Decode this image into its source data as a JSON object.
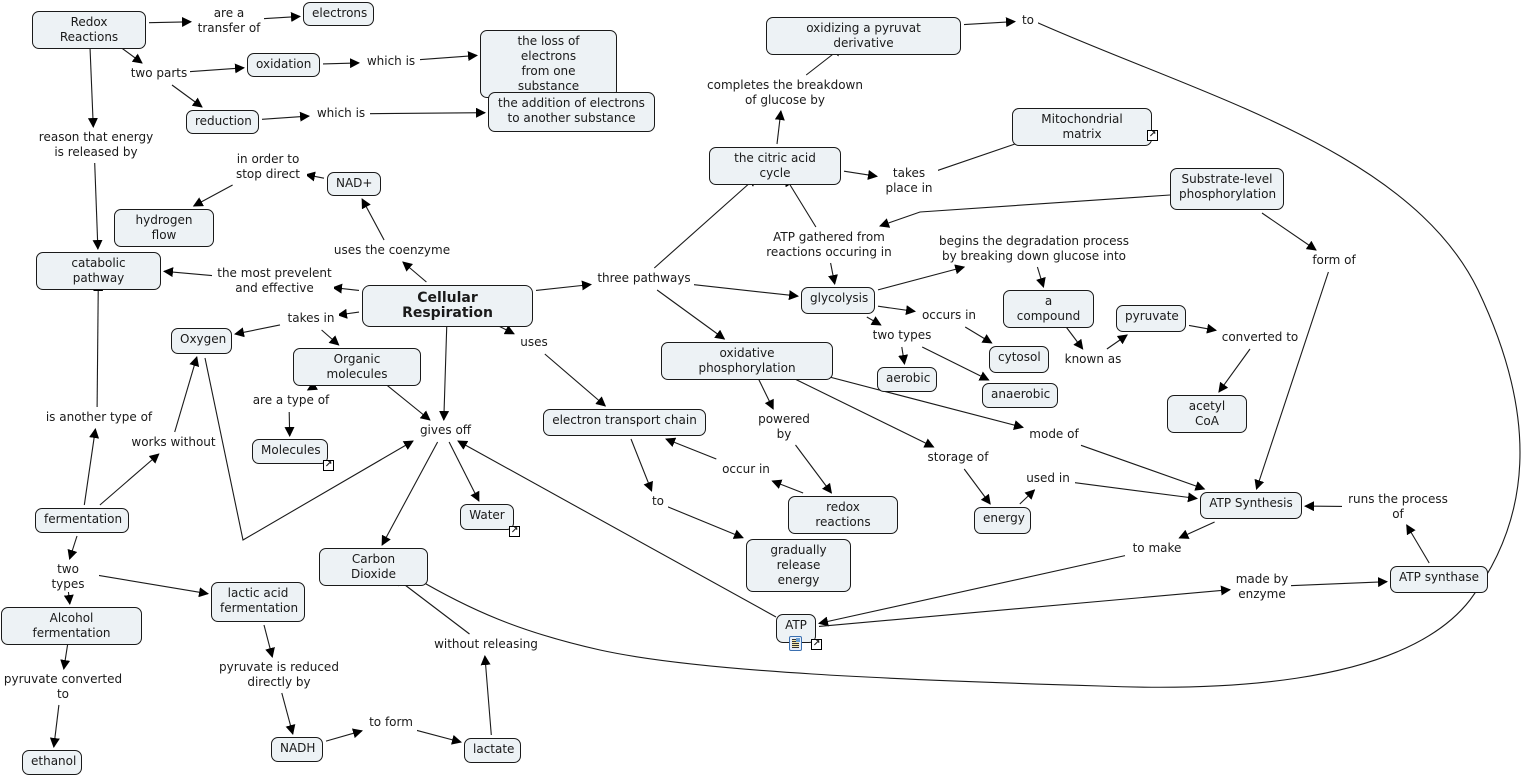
{
  "title": "Cellular Respiration",
  "colors": {
    "concept_fill": "#edf2f5",
    "line": "#1a1a1a"
  },
  "concepts": [
    {
      "id": "redox",
      "label": "Redox Reactions"
    },
    {
      "id": "electrons",
      "label": "electrons"
    },
    {
      "id": "oxidation",
      "label": "oxidation"
    },
    {
      "id": "loss",
      "label": "the loss of electrons\nfrom one substance"
    },
    {
      "id": "reduction",
      "label": "reduction"
    },
    {
      "id": "addition",
      "label": "the addition of electrons\nto another substance"
    },
    {
      "id": "nad",
      "label": "NAD+"
    },
    {
      "id": "hflow",
      "label": "hydrogen flow"
    },
    {
      "id": "catabolic",
      "label": "catabolic pathway"
    },
    {
      "id": "cr",
      "label": "Cellular Respiration"
    },
    {
      "id": "oxygen",
      "label": "Oxygen"
    },
    {
      "id": "organic",
      "label": "Organic molecules"
    },
    {
      "id": "molecules",
      "label": "Molecules",
      "has_link": true
    },
    {
      "id": "fermentation",
      "label": "fermentation"
    },
    {
      "id": "alcohol",
      "label": "Alcohol fermentation"
    },
    {
      "id": "lactic",
      "label": "lactic acid\nfermentation"
    },
    {
      "id": "ethanol",
      "label": "ethanol"
    },
    {
      "id": "nadh",
      "label": "NADH"
    },
    {
      "id": "lactate",
      "label": "lactate"
    },
    {
      "id": "co2",
      "label": "Carbon Dioxide"
    },
    {
      "id": "water",
      "label": "Water",
      "has_link": true
    },
    {
      "id": "etc",
      "label": "electron transport chain"
    },
    {
      "id": "gradual",
      "label": "gradually\nrelease energy"
    },
    {
      "id": "redox2",
      "label": "redox reactions"
    },
    {
      "id": "atp",
      "label": "ATP",
      "has_link": true,
      "has_doc": true
    },
    {
      "id": "oxpyr",
      "label": "oxidizing a pyruvat derivative"
    },
    {
      "id": "citric",
      "label": "the citric acid cycle"
    },
    {
      "id": "mito",
      "label": "Mitochondrial matrix",
      "has_link": true
    },
    {
      "id": "substrate",
      "label": "Substrate-level\nphosphorylation"
    },
    {
      "id": "glycolysis",
      "label": "glycolysis"
    },
    {
      "id": "compound",
      "label": "a compound"
    },
    {
      "id": "pyruvate",
      "label": "pyruvate"
    },
    {
      "id": "acetyl",
      "label": "acetyl CoA"
    },
    {
      "id": "oxphos",
      "label": "oxidative phosphorylation"
    },
    {
      "id": "cytosol",
      "label": "cytosol"
    },
    {
      "id": "aerobic",
      "label": "aerobic"
    },
    {
      "id": "anaerobic",
      "label": "anaerobic"
    },
    {
      "id": "energy",
      "label": "energy"
    },
    {
      "id": "atpsyn",
      "label": "ATP Synthesis"
    },
    {
      "id": "atpase",
      "label": "ATP synthase"
    }
  ],
  "phrases": [
    {
      "id": "p_transfer",
      "label": "are a\ntransfer of"
    },
    {
      "id": "p_twoparts",
      "label": "two parts"
    },
    {
      "id": "p_whichis1",
      "label": "which is"
    },
    {
      "id": "p_whichis2",
      "label": "which is"
    },
    {
      "id": "p_reason",
      "label": "reason that energy\nis released by"
    },
    {
      "id": "p_inorder",
      "label": "in order to\nstop direct"
    },
    {
      "id": "p_coenzyme",
      "label": "uses the coenzyme"
    },
    {
      "id": "p_prevelent",
      "label": "the most prevelent\nand effective"
    },
    {
      "id": "p_takesin",
      "label": "takes in"
    },
    {
      "id": "p_typeof",
      "label": "are a type of"
    },
    {
      "id": "p_givesoff",
      "label": "gives off"
    },
    {
      "id": "p_anothertype",
      "label": "is another type of"
    },
    {
      "id": "p_workswithout",
      "label": "works without"
    },
    {
      "id": "p_twotypes_f",
      "label": "two types"
    },
    {
      "id": "p_pyrconv",
      "label": "pyruvate converted\nto"
    },
    {
      "id": "p_pyrreduced",
      "label": "pyruvate is reduced\ndirectly by"
    },
    {
      "id": "p_toform",
      "label": "to form"
    },
    {
      "id": "p_withoutrel",
      "label": "without releasing"
    },
    {
      "id": "p_uses",
      "label": "uses"
    },
    {
      "id": "p_three",
      "label": "three pathways"
    },
    {
      "id": "p_to_etc",
      "label": "to"
    },
    {
      "id": "p_occurin",
      "label": "occur in"
    },
    {
      "id": "p_powered",
      "label": "powered\nby"
    },
    {
      "id": "p_completes",
      "label": "completes the breakdown\nof glucose by"
    },
    {
      "id": "p_to_top",
      "label": "to"
    },
    {
      "id": "p_takesplace",
      "label": "takes\nplace in"
    },
    {
      "id": "p_atpgathered",
      "label": "ATP gathered from\nreactions occuring in"
    },
    {
      "id": "p_begins",
      "label": "begins the degradation process\nby breaking down glucose into"
    },
    {
      "id": "p_occursin",
      "label": "occurs in"
    },
    {
      "id": "p_twotypes_g",
      "label": "two types"
    },
    {
      "id": "p_knownas",
      "label": "known as"
    },
    {
      "id": "p_convto",
      "label": "converted to"
    },
    {
      "id": "p_formof",
      "label": "form of"
    },
    {
      "id": "p_modeof",
      "label": "mode of"
    },
    {
      "id": "p_storage",
      "label": "storage of"
    },
    {
      "id": "p_usedin",
      "label": "used in"
    },
    {
      "id": "p_tomake",
      "label": "to make"
    },
    {
      "id": "p_madeby",
      "label": "made by\nenzyme"
    },
    {
      "id": "p_runs",
      "label": "runs the process\nof"
    }
  ],
  "links": [
    [
      "redox",
      "p_transfer"
    ],
    [
      "p_transfer",
      "electrons"
    ],
    [
      "redox",
      "p_twoparts"
    ],
    [
      "p_twoparts",
      "oxidation"
    ],
    [
      "p_twoparts",
      "reduction"
    ],
    [
      "oxidation",
      "p_whichis1"
    ],
    [
      "p_whichis1",
      "loss"
    ],
    [
      "reduction",
      "p_whichis2"
    ],
    [
      "p_whichis2",
      "addition"
    ],
    [
      "redox",
      "p_reason"
    ],
    [
      "p_reason",
      "catabolic"
    ],
    [
      "nad",
      "p_inorder"
    ],
    [
      "p_inorder",
      "hflow"
    ],
    [
      "cr",
      "p_coenzyme"
    ],
    [
      "p_coenzyme",
      "nad"
    ],
    [
      "cr",
      "p_prevelent"
    ],
    [
      "p_prevelent",
      "catabolic"
    ],
    [
      "cr",
      "p_takesin"
    ],
    [
      "p_takesin",
      "oxygen"
    ],
    [
      "p_takesin",
      "organic"
    ],
    [
      "organic",
      "p_typeof"
    ],
    [
      "p_typeof",
      "molecules"
    ],
    [
      "organic",
      "p_givesoff"
    ],
    [
      "cr",
      "p_givesoff"
    ],
    [
      "p_givesoff",
      "co2"
    ],
    [
      "p_givesoff",
      "water"
    ],
    [
      "oxygen",
      "p_givesoff"
    ],
    [
      "atp",
      "p_givesoff"
    ],
    [
      "fermentation",
      "p_anothertype"
    ],
    [
      "p_anothertype",
      "catabolic"
    ],
    [
      "fermentation",
      "p_workswithout"
    ],
    [
      "p_workswithout",
      "oxygen"
    ],
    [
      "fermentation",
      "p_twotypes_f"
    ],
    [
      "p_twotypes_f",
      "alcohol"
    ],
    [
      "p_twotypes_f",
      "lactic"
    ],
    [
      "alcohol",
      "p_pyrconv"
    ],
    [
      "p_pyrconv",
      "ethanol"
    ],
    [
      "lactic",
      "p_pyrreduced"
    ],
    [
      "p_pyrreduced",
      "nadh"
    ],
    [
      "nadh",
      "p_toform"
    ],
    [
      "p_toform",
      "lactate"
    ],
    [
      "lactate",
      "p_withoutrel"
    ],
    [
      "p_withoutrel",
      "co2"
    ],
    [
      "cr",
      "p_uses"
    ],
    [
      "p_uses",
      "etc"
    ],
    [
      "cr",
      "p_three"
    ],
    [
      "p_three",
      "citric"
    ],
    [
      "p_three",
      "glycolysis"
    ],
    [
      "p_three",
      "oxphos"
    ],
    [
      "etc",
      "p_to_etc"
    ],
    [
      "p_to_etc",
      "gradual"
    ],
    [
      "redox2",
      "p_occurin"
    ],
    [
      "p_occurin",
      "etc"
    ],
    [
      "oxphos",
      "p_powered"
    ],
    [
      "p_powered",
      "redox2"
    ],
    [
      "citric",
      "p_completes"
    ],
    [
      "p_completes",
      "oxpyr"
    ],
    [
      "oxpyr",
      "p_to_top"
    ],
    [
      "p_to_top",
      "co2"
    ],
    [
      "citric",
      "p_takesplace"
    ],
    [
      "p_takesplace",
      "mito"
    ],
    [
      "substrate",
      "p_atpgathered"
    ],
    [
      "p_atpgathered",
      "citric"
    ],
    [
      "p_atpgathered",
      "glycolysis"
    ],
    [
      "glycolysis",
      "p_begins"
    ],
    [
      "p_begins",
      "compound"
    ],
    [
      "glycolysis",
      "p_occursin"
    ],
    [
      "p_occursin",
      "cytosol"
    ],
    [
      "glycolysis",
      "p_twotypes_g"
    ],
    [
      "p_twotypes_g",
      "aerobic"
    ],
    [
      "p_twotypes_g",
      "anaerobic"
    ],
    [
      "compound",
      "p_knownas"
    ],
    [
      "p_knownas",
      "pyruvate"
    ],
    [
      "pyruvate",
      "p_convto"
    ],
    [
      "p_convto",
      "acetyl"
    ],
    [
      "substrate",
      "p_formof"
    ],
    [
      "p_formof",
      "atpsyn"
    ],
    [
      "oxphos",
      "p_modeof"
    ],
    [
      "p_modeof",
      "atpsyn"
    ],
    [
      "oxphos",
      "p_storage"
    ],
    [
      "p_storage",
      "energy"
    ],
    [
      "energy",
      "p_usedin"
    ],
    [
      "p_usedin",
      "atpsyn"
    ],
    [
      "atpsyn",
      "p_tomake"
    ],
    [
      "p_tomake",
      "atp"
    ],
    [
      "atp",
      "p_madeby"
    ],
    [
      "p_madeby",
      "atpase"
    ],
    [
      "atpase",
      "p_runs"
    ],
    [
      "p_runs",
      "atpsyn"
    ]
  ]
}
